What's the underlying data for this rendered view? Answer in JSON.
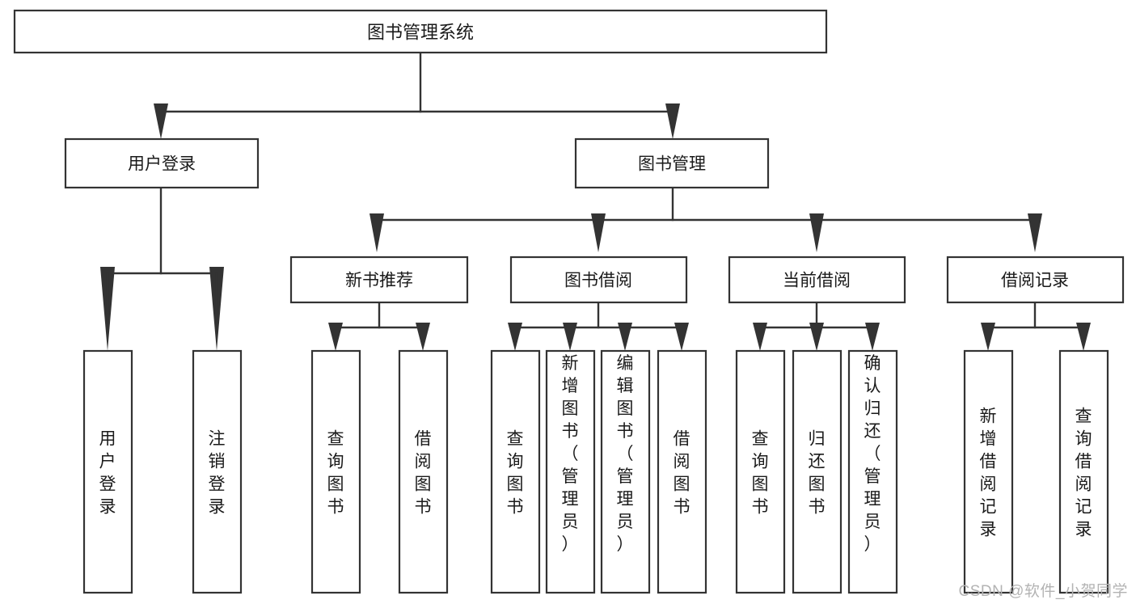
{
  "diagram": {
    "type": "tree-hierarchy",
    "title": "图书管理系统",
    "watermark": "CSDN @软件_小贺同学",
    "colors": {
      "stroke": "#333333",
      "fill": "#ffffff",
      "text": "#1a1a1a",
      "watermark": "#b3b3b3"
    },
    "levels": {
      "root": {
        "label": "图书管理系统"
      },
      "level2": [
        {
          "id": "user-login",
          "label": "用户登录"
        },
        {
          "id": "book-management",
          "label": "图书管理"
        }
      ],
      "level3": [
        {
          "id": "new-book-recommend",
          "label": "新书推荐",
          "parent": "book-management"
        },
        {
          "id": "book-borrow",
          "label": "图书借阅",
          "parent": "book-management"
        },
        {
          "id": "current-borrow",
          "label": "当前借阅",
          "parent": "book-management"
        },
        {
          "id": "borrow-record",
          "label": "借阅记录",
          "parent": "book-management"
        }
      ],
      "leaves": [
        {
          "id": "leaf-user-login",
          "label": "用户登录",
          "parent": "user-login"
        },
        {
          "id": "leaf-logout-login",
          "label": "注销登录",
          "parent": "user-login"
        },
        {
          "id": "leaf-query-book-1",
          "label": "查询图书",
          "parent": "new-book-recommend"
        },
        {
          "id": "leaf-borrow-book-1",
          "label": "借阅图书",
          "parent": "new-book-recommend"
        },
        {
          "id": "leaf-query-book-2",
          "label": "查询图书",
          "parent": "book-borrow"
        },
        {
          "id": "leaf-add-book",
          "label": "新增图书（管理员）",
          "parent": "book-borrow"
        },
        {
          "id": "leaf-edit-book",
          "label": "编辑图书（管理员）",
          "parent": "book-borrow"
        },
        {
          "id": "leaf-borrow-book-2",
          "label": "借阅图书",
          "parent": "book-borrow"
        },
        {
          "id": "leaf-query-book-3",
          "label": "查询图书",
          "parent": "current-borrow"
        },
        {
          "id": "leaf-return-book",
          "label": "归还图书",
          "parent": "current-borrow"
        },
        {
          "id": "leaf-confirm-return",
          "label": "确认归还（管理员）",
          "parent": "current-borrow"
        },
        {
          "id": "leaf-add-record",
          "label": "新增借阅记录",
          "parent": "borrow-record"
        },
        {
          "id": "leaf-query-record",
          "label": "查询借阅记录",
          "parent": "borrow-record"
        }
      ]
    }
  }
}
